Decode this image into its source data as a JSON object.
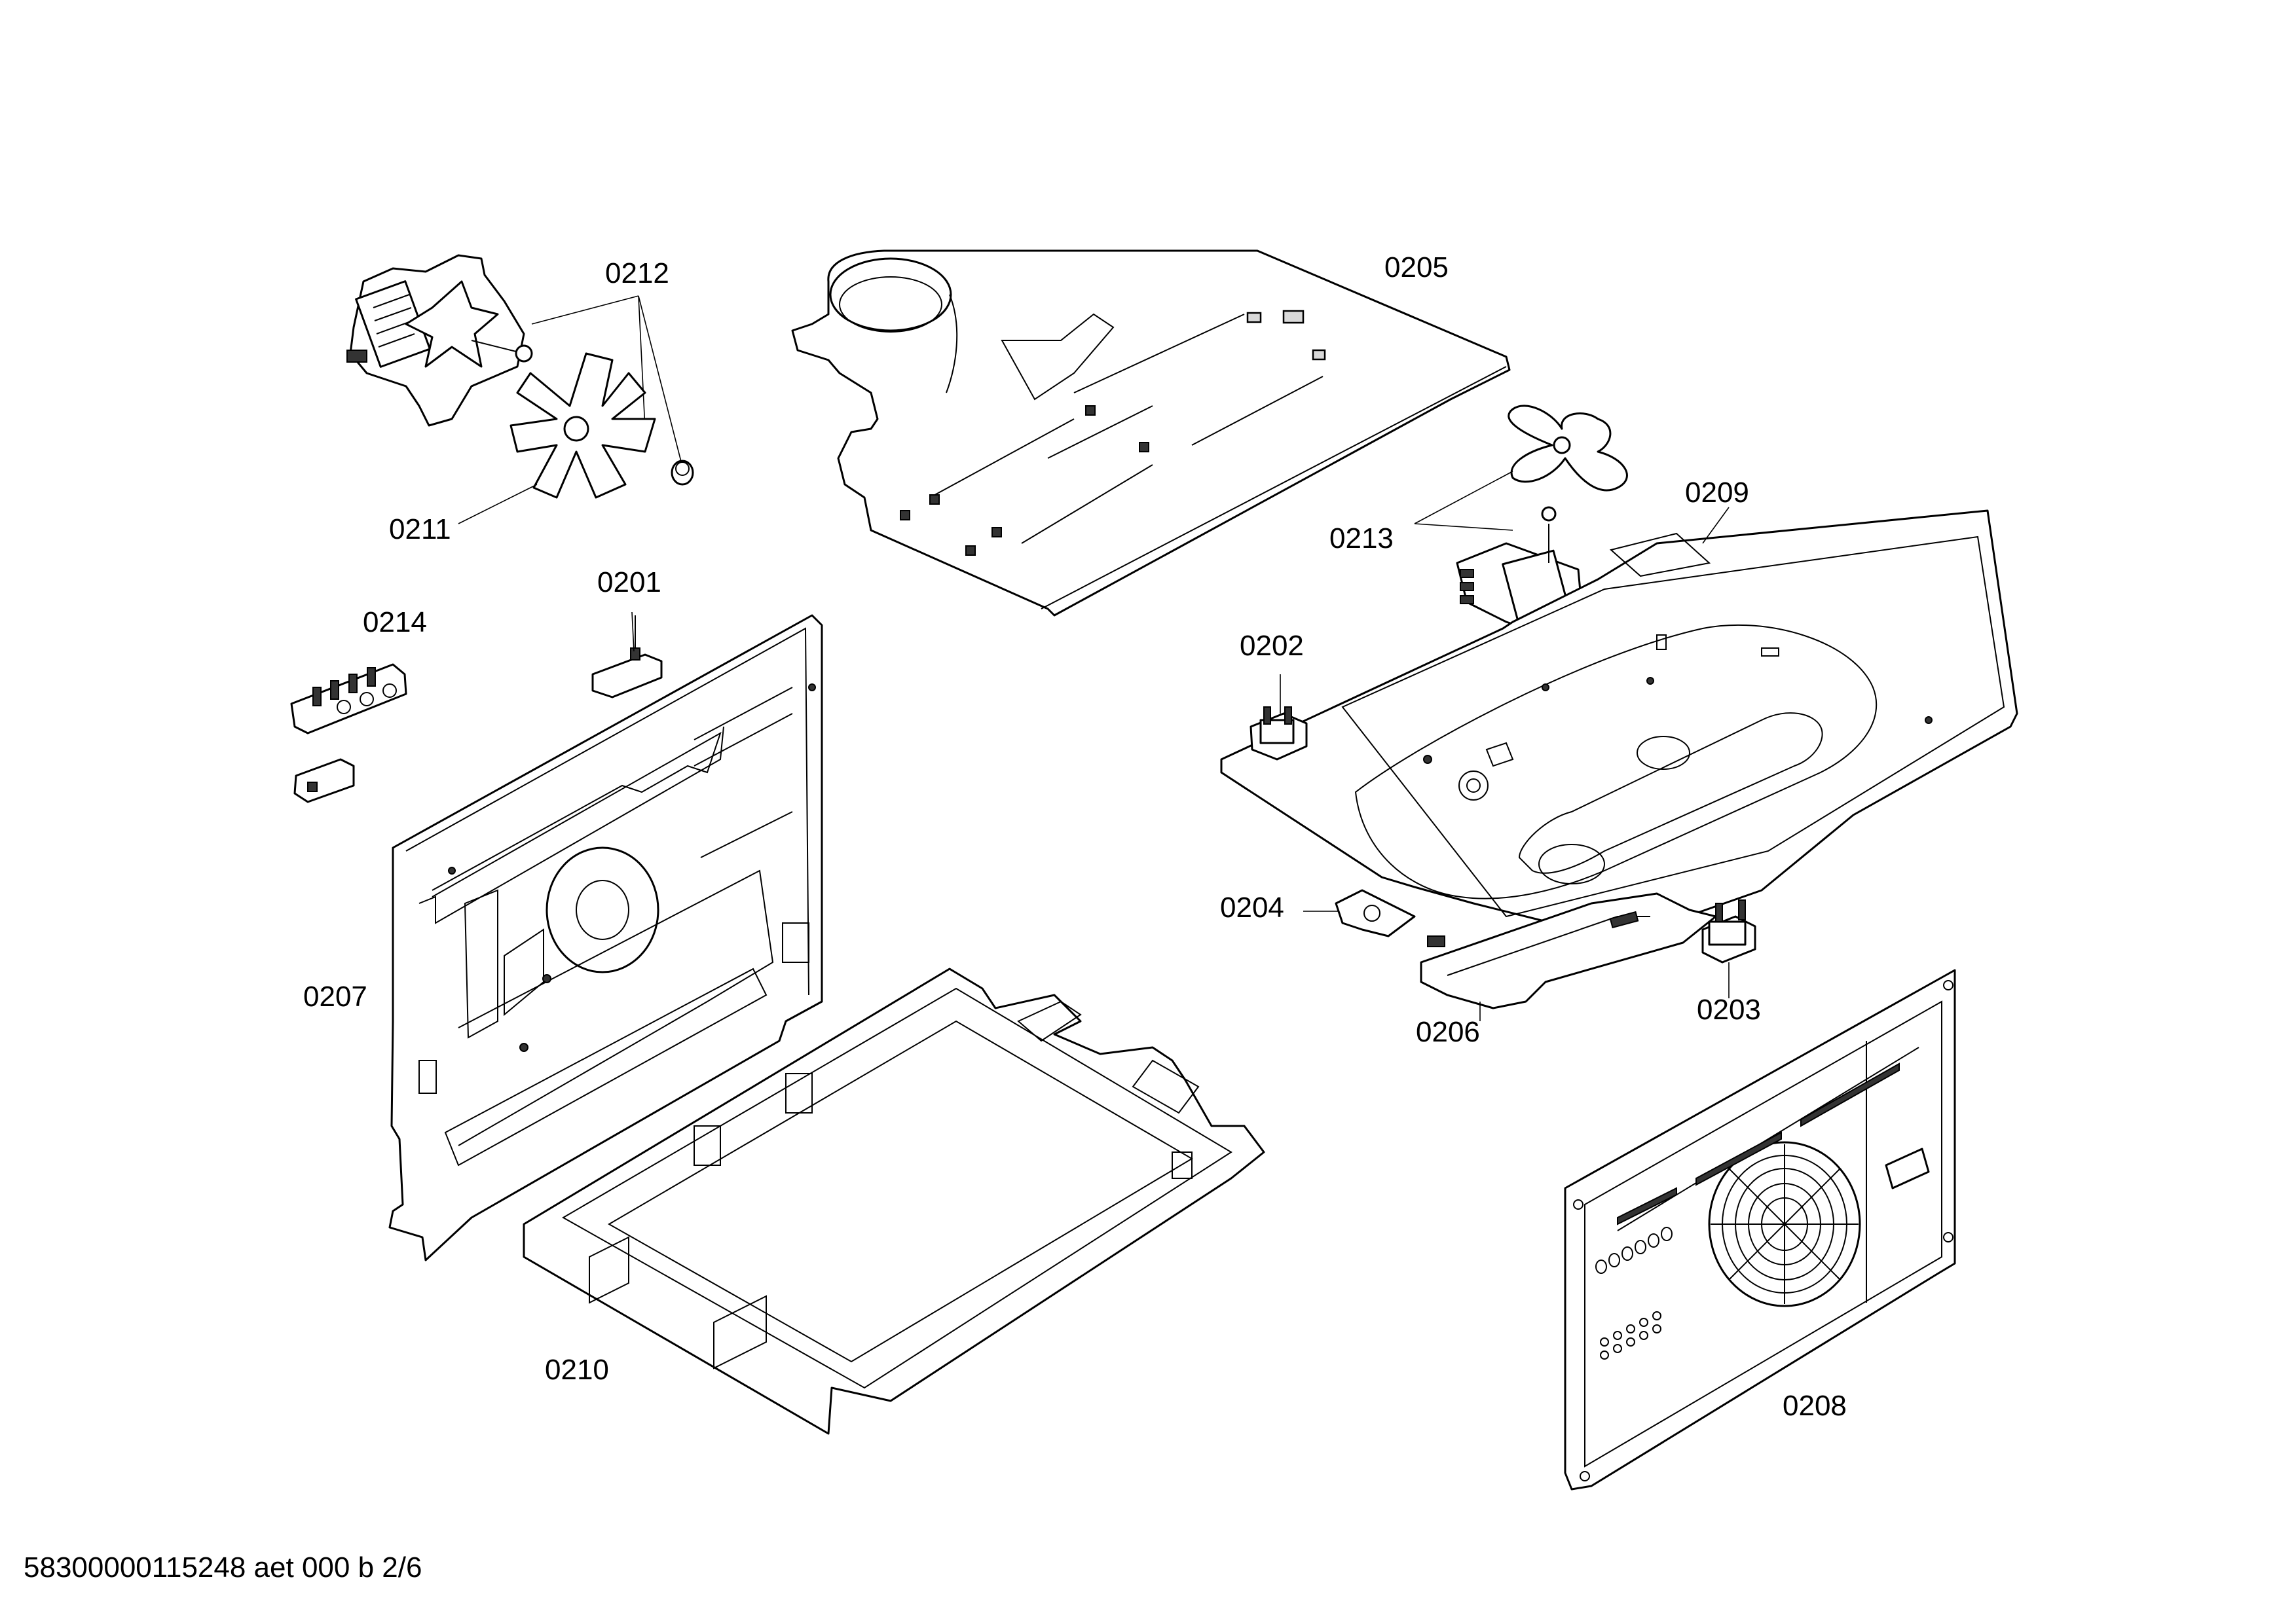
{
  "labels": {
    "p0201": "0201",
    "p0202": "0202",
    "p0203": "0203",
    "p0204": "0204",
    "p0205": "0205",
    "p0206": "0206",
    "p0207": "0207",
    "p0208": "0208",
    "p0209": "0209",
    "p0210": "0210",
    "p0211": "0211",
    "p0212": "0212",
    "p0213": "0213",
    "p0214": "0214"
  },
  "footer": {
    "document_code": "58300000115248 aet 000 b 2/6"
  },
  "colors": {
    "line": "#000000",
    "background": "#ffffff"
  }
}
